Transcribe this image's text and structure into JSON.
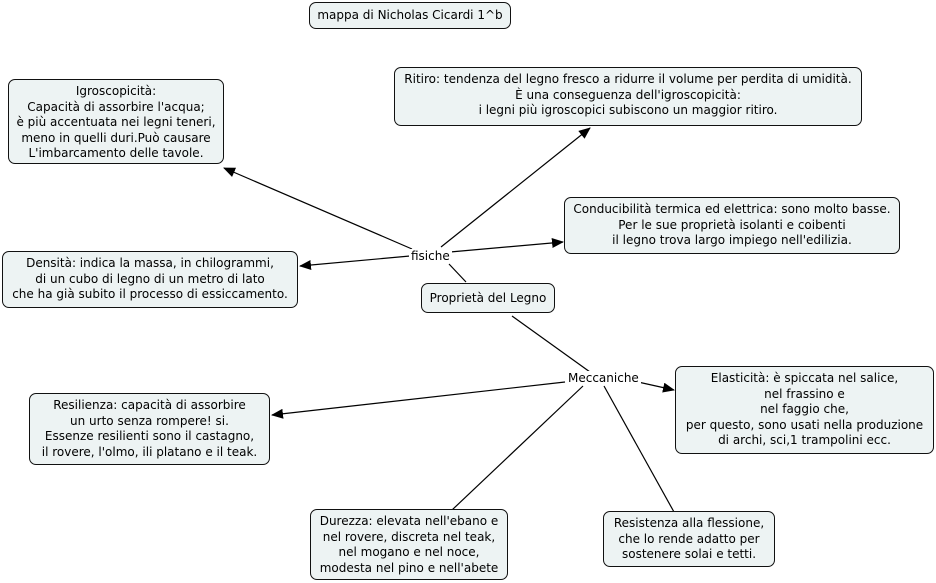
{
  "map": {
    "title": "mappa di Nicholas Cicardi 1^b",
    "root": "Proprietà del Legno",
    "link_fisiche": "fisiche",
    "link_meccaniche": "Meccaniche",
    "igroscopicita": [
      "Igroscopicità:",
      "Capacità di assorbire l'acqua;",
      "è più accentuata nei legni teneri,",
      "meno in quelli duri.Può causare",
      "L'imbarcamento delle tavole."
    ],
    "ritiro": [
      "Ritiro: tendenza del legno fresco a ridurre il volume per perdita di umidità.",
      "È una conseguenza dell'igroscopicità:",
      "i legni più igroscopici subiscono un maggior ritiro."
    ],
    "conducibilita": [
      "Conducibilità termica ed elettrica: sono molto basse.",
      "Per le sue proprietà isolanti e coibenti",
      "il legno trova largo impiego nell'edilizia."
    ],
    "densita": [
      "Densità: indica la massa, in chilogrammi,",
      "di un cubo di legno di un metro di lato",
      "che ha già subito il processo di essiccamento."
    ],
    "elasticita": [
      "Elasticità: è spiccata nel salice,",
      "nel frassino e",
      "nel faggio che,",
      "per questo, sono usati nella produzione",
      "di archi, sci,1 trampolini ecc."
    ],
    "resilienza": [
      "Resilienza: capacità di assorbire",
      "un urto senza rompere! si.",
      "Essenze resilienti sono il castagno,",
      "il rovere, l'olmo, ili platano e il teak."
    ],
    "durezza": [
      "Durezza: elevata nell'ebano e",
      "nel rovere, discreta nel teak,",
      "nel mogano e nel noce,",
      "modesta nel pino e nell'abete"
    ],
    "resistenza": [
      "Resistenza alla flessione,",
      "che lo rende adatto per",
      "sostenere solai e tetti."
    ]
  }
}
